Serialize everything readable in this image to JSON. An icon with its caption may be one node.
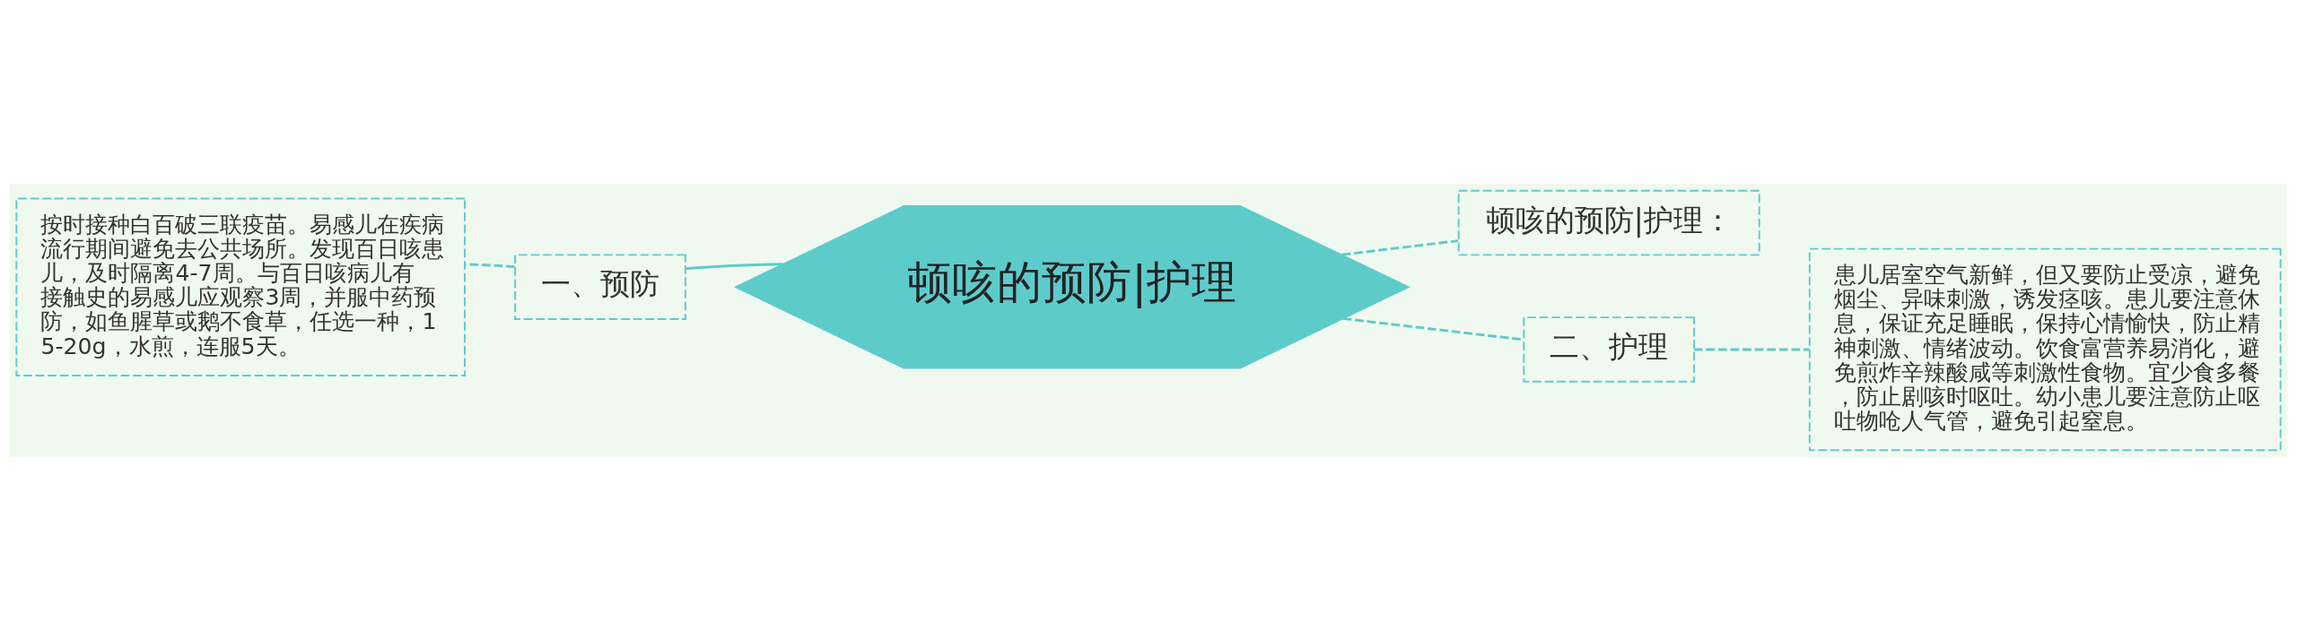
{
  "diagram": {
    "nodes": [
      {
        "text": [
          "顿咳的预防|护理"
        ]
      },
      {
        "text": [
          "一、预防"
        ]
      },
      {
        "text": [
          "按时接种白百破三联疫苗。易感儿在疾病流行期间避免去公共场所。发现百日咳患儿，及时隔离4-7周。与百日咳病儿有接触史的易感儿应观察3周，并服中药预防，如鱼腥草或鹅不食草，任选一种，15-20g，水煎，连服5天。"
        ]
      },
      {
        "text": [
          "顿咳的预防|护理："
        ]
      },
      {
        "text": [
          "二、护理"
        ]
      },
      {
        "text": [
          "患儿居室空气新鲜，但又要防止受凉，避免烟尘、异味刺激，诱发痉咳。患儿要注意休息，保证充足睡眠，保持心情愉快，防止精神刺激、情绪波动。饮食富营养易消化，避免煎炸辛辣酸咸等刺激性食物。宜少食多餐，防止剧咳时呕吐。幼小患儿要注意防止呕吐物呛人气管，避免引起窒息。"
        ]
      }
    ],
    "edges": [
      {
        "from": 0,
        "to": 1,
        "arrow": "none"
      },
      {
        "from": 1,
        "to": 2,
        "arrow": "none",
        "style": "dashed"
      },
      {
        "from": 0,
        "to": 3,
        "arrow": "none",
        "style": "dashed"
      },
      {
        "from": 0,
        "to": 4,
        "arrow": "none",
        "style": "dashed"
      },
      {
        "from": 4,
        "to": 5,
        "arrow": "none",
        "style": "dashed"
      }
    ]
  }
}
